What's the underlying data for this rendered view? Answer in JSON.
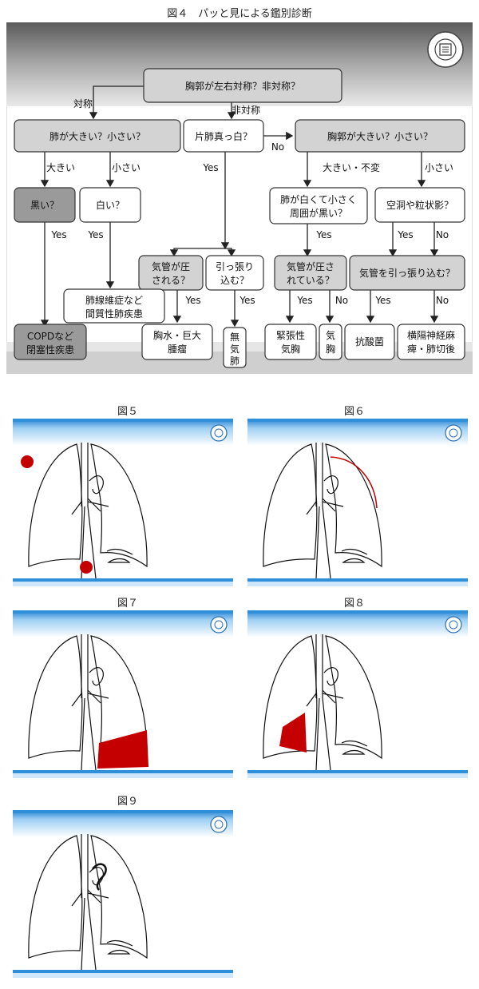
{
  "figures": {
    "fig4": {
      "title": "図４　パッと見による鑑別診断"
    },
    "fig5": {
      "title": "図５"
    },
    "fig6": {
      "title": "図６"
    },
    "fig7": {
      "title": "図７"
    },
    "fig8": {
      "title": "図８"
    },
    "fig9": {
      "title": "図９"
    }
  },
  "flowchart": {
    "root": "胸郭が左右対称？非対称？",
    "edge_symmetric": "対称",
    "edge_asymmetric": "非対称",
    "lung_size": "肺が大きい？小さい？",
    "one_lung_white": "片肺真っ白？",
    "thorax_size": "胸郭が大きい？小さい？",
    "no": "No",
    "yes": "Yes",
    "big": "大きい",
    "small": "小さい",
    "big_unchanged": "大きい・不変",
    "black": "黒い？",
    "white": "白い？",
    "white_small_line1": "肺が白くて小さく",
    "white_small_line2": "周囲が黒い？",
    "cavity": "空洞や粒状影？",
    "tracheal_pushed_line1": "気管が圧",
    "tracheal_pushed_line2": "される？",
    "pull_in_line1": "引っ張り",
    "pull_in_line2": "込む？",
    "tracheal_pressed_line1": "気管が圧さ",
    "tracheal_pressed_line2": "れている？",
    "trachea_pulled": "気管を引っ張り込む？",
    "fibrosis_line1": "肺線維症など",
    "fibrosis_line2": "間質性肺疾患",
    "copd_line1": "COPDなど",
    "copd_line2": "閉塞性疾患",
    "effusion_line1": "胸水・巨大",
    "effusion_line2": "腫瘤",
    "atelectasis": [
      "無",
      "気",
      "肺"
    ],
    "tension_line1": "緊張性",
    "tension_line2": "気胸",
    "pneumo": [
      "気",
      "胸"
    ],
    "acid_fast": "抗酸菌",
    "phrenic_line1": "横隔神経麻",
    "phrenic_line2": "痺・肺切後"
  },
  "colors": {
    "header_gray": "#8a8a8a",
    "node_gray": "#cfcfcf",
    "dark_node": "#9a9a9a",
    "blue_band": "#2f8fd8",
    "lesion_red": "#c40000"
  }
}
